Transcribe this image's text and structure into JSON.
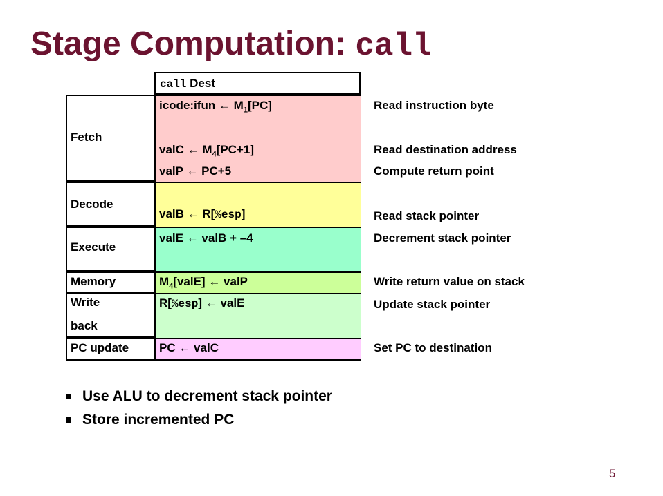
{
  "title": {
    "text": "Stage Computation: ",
    "code": "call"
  },
  "header": {
    "code": "call",
    "text": " Dest"
  },
  "stages": {
    "fetch": "Fetch",
    "decode": "Decode",
    "execute": "Execute",
    "memory": "Memory",
    "write1": "Write",
    "write2": "back",
    "pc_update": "PC update"
  },
  "rows": {
    "fetch1": {
      "a": "icode:ifun ← M",
      "sub": "1",
      "b": "[PC]"
    },
    "fetch2": {
      "a": "valC ← M",
      "sub": "4",
      "b": "[PC+1]"
    },
    "fetch3": {
      "a": "valP ← PC+5"
    },
    "decode1": {
      "a": "valB ← R[",
      "code": "%esp",
      "b": "]"
    },
    "execute1": {
      "a": "valE ← valB + –4"
    },
    "memory1": {
      "a": "M",
      "sub": "4",
      "b": "[valE] ← valP"
    },
    "write1": {
      "a": "R[",
      "code": "%esp",
      "b": "] ← valE"
    },
    "pc1": {
      "a": "PC ← valC"
    }
  },
  "comments": {
    "c1": "Read instruction byte",
    "c2": "Read destination address",
    "c3": "Compute return point",
    "c4": "Read stack pointer",
    "c5": "Decrement stack pointer",
    "c6": "Write return value on stack",
    "c7": "Update stack pointer",
    "c8": "Set PC to destination"
  },
  "bullets": [
    "Use ALU to decrement stack pointer",
    "Store incremented PC"
  ],
  "page_number": "5",
  "colors": {
    "title": "#6b1330",
    "fetch": "#ffcccc",
    "decode": "#ffff99",
    "execute": "#99ffcc",
    "memory": "#ccff99",
    "write": "#ccffcc",
    "pc_update": "#ffccff"
  }
}
